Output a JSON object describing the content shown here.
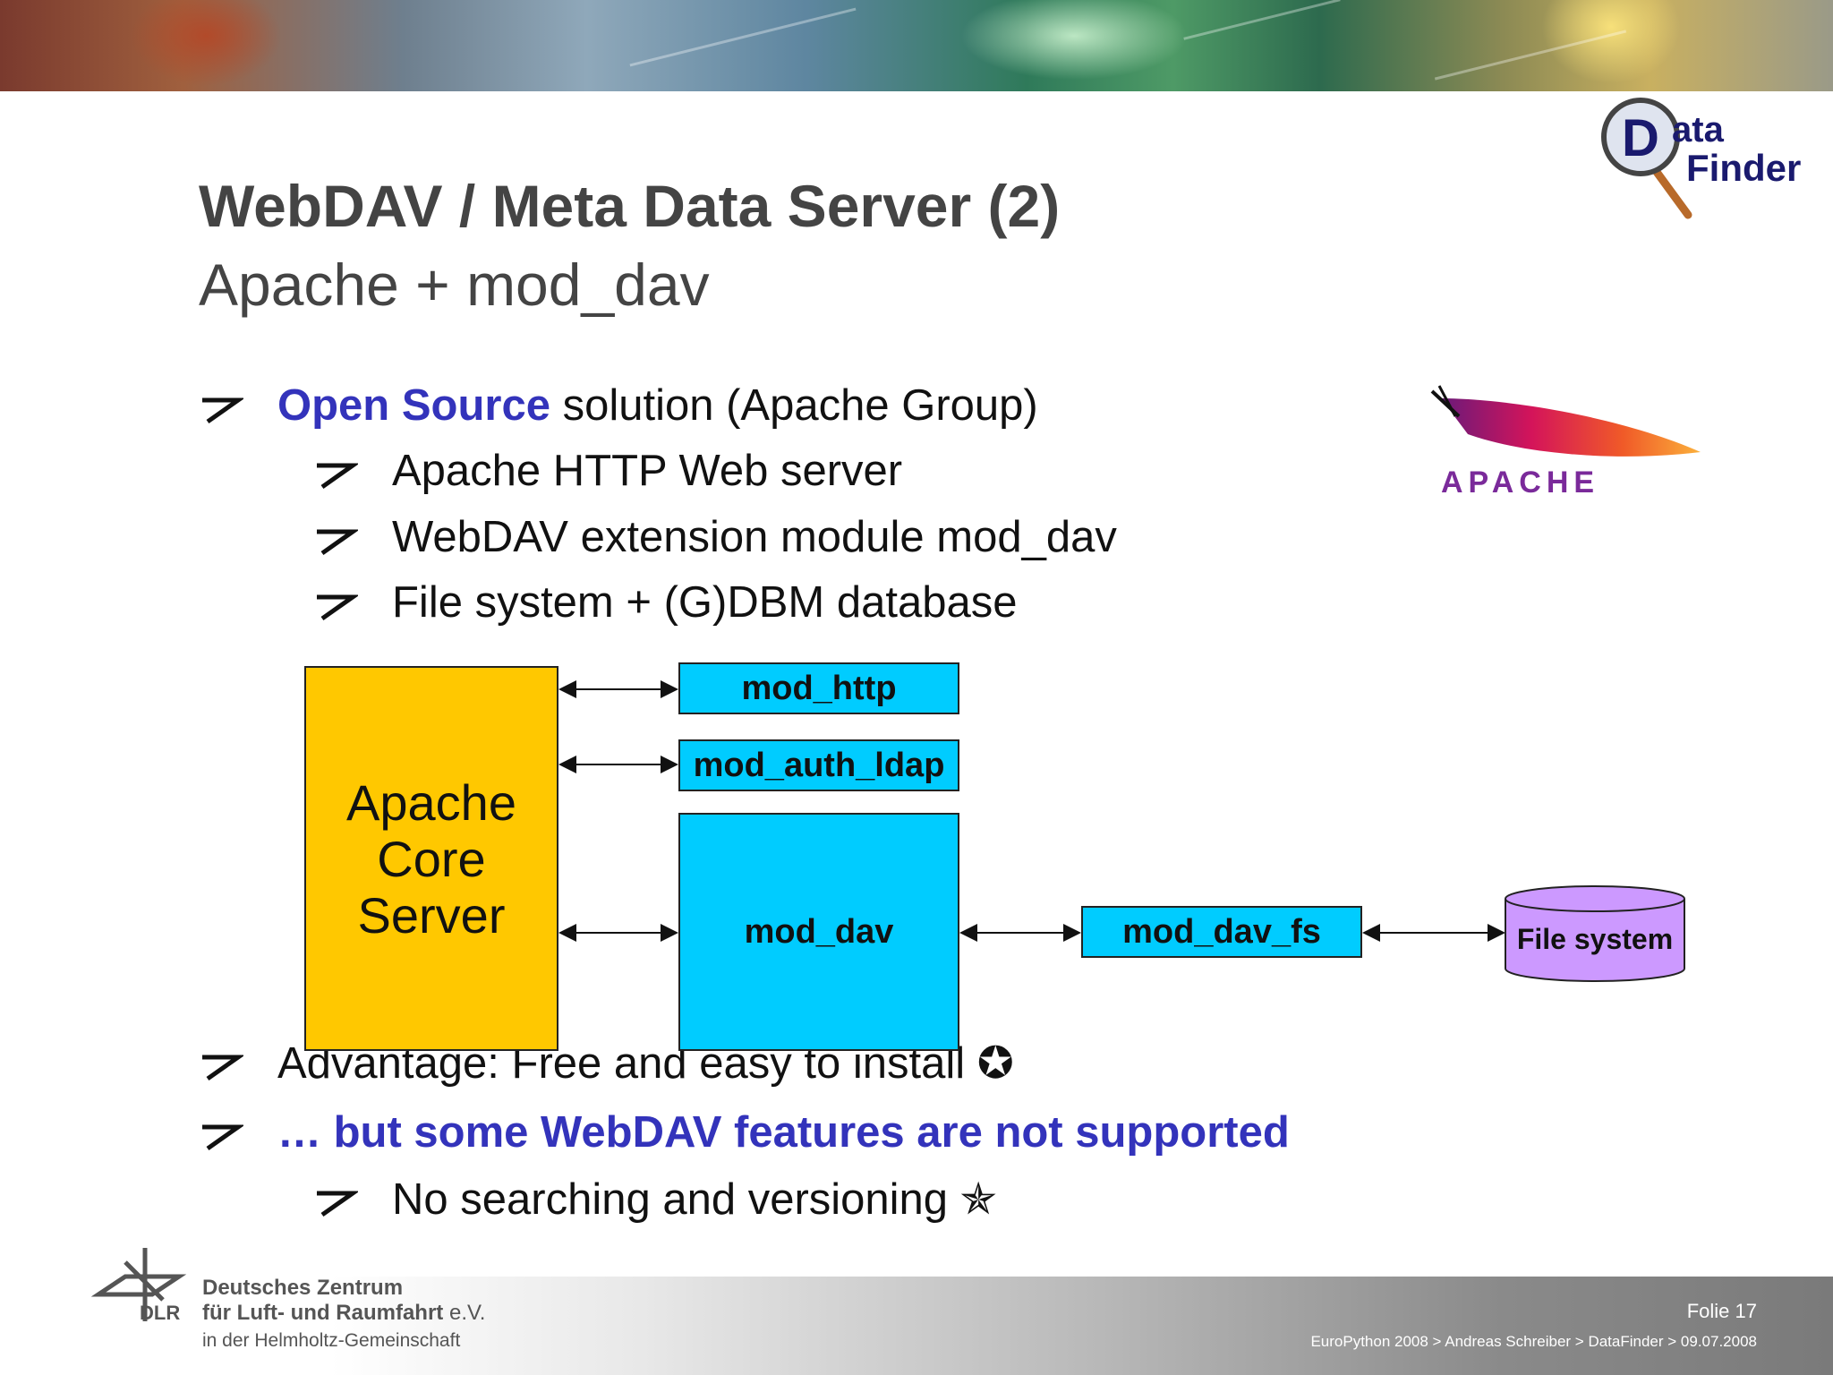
{
  "slide": {
    "title": "WebDAV / Meta Data Server (2)",
    "subtitle": "Apache + mod_dav"
  },
  "logos": {
    "datafinder": {
      "line1": "ata",
      "line2": "Finder",
      "initial": "D"
    },
    "apache": "APACHE"
  },
  "bullets": {
    "b1_bold": "Open Source",
    "b1_rest": " solution (Apache Group)",
    "b1_sub1": "Apache HTTP Web server",
    "b1_sub2": "WebDAV extension module mod_dav",
    "b1_sub3": "File system + (G)DBM database",
    "b2": "Advantage: Free and easy to install ✪",
    "b3": "… but some WebDAV features are not supported",
    "b3_sub1": "No searching and versioning ✯"
  },
  "diagram": {
    "core_line1": "Apache",
    "core_line2": "Core",
    "core_line3": "Server",
    "mod_http": "mod_http",
    "mod_auth_ldap": "mod_auth_ldap",
    "mod_dav": "mod_dav",
    "mod_dav_fs": "mod_dav_fs",
    "file_system": "File system"
  },
  "footer": {
    "org_line1": "Deutsches Zentrum",
    "org_line2": "für Luft- und Raumfahrt",
    "org_line2_suffix": " e.V.",
    "org_line3": "in der Helmholtz-Gemeinschaft",
    "org_abbr": "DLR",
    "slide_number": "Folie 17",
    "breadcrumb": "EuroPython 2008 > Andreas Schreiber > DataFinder > 09.07.2008"
  },
  "colors": {
    "accent_blue": "#3333bb",
    "core_box": "#ffc800",
    "module_box": "#00ccff",
    "file_system": "#cc99ff"
  }
}
